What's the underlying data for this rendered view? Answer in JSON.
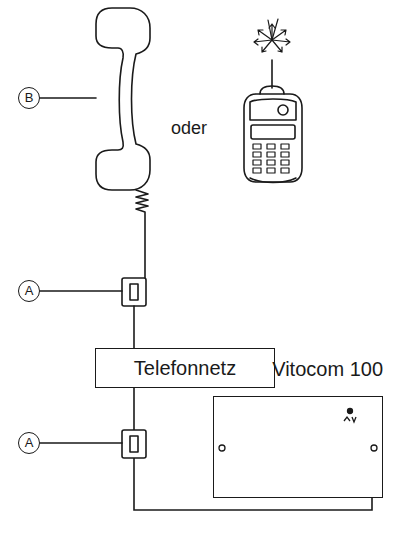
{
  "diagram": {
    "nodes": [
      {
        "text": [
          "Telefonnetz"
        ]
      },
      {
        "text": [
          "Vitocom 100"
        ]
      }
    ],
    "edges": [
      {
        "from": 0,
        "to": 1,
        "arrow": "none"
      }
    ],
    "labels": [
      "B",
      "oder",
      "A",
      "A"
    ]
  }
}
